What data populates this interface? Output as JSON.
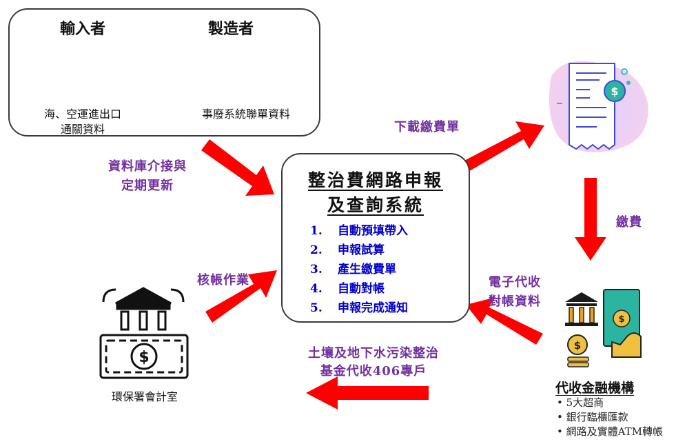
{
  "sources": {
    "importer_title": "輸入者",
    "importer_caption_line1": "海、空運進出口",
    "importer_caption_line2": "通關資料",
    "manufacturer_title": "製造者",
    "manufacturer_caption": "事廢系統聯單資料"
  },
  "system": {
    "title_line1": "整治費網路申報",
    "title_line2": "及查詢系統",
    "steps": [
      {
        "num": "1.",
        "label": "自動預填帶入"
      },
      {
        "num": "2.",
        "label": "申報試算"
      },
      {
        "num": "3.",
        "label": "產生繳費單"
      },
      {
        "num": "4.",
        "label": "自動對帳"
      },
      {
        "num": "5.",
        "label": "申報完成通知"
      }
    ]
  },
  "flows": {
    "db_link_line1": "資料庫介接與",
    "db_link_line2": "定期更新",
    "download_bill": "下載繳費單",
    "payment": "繳費",
    "ereconcile_line1": "電子代收",
    "ereconcile_line2": "對帳資料",
    "verify": "核帳作業",
    "fund_line1": "土壤及地下水污染整治",
    "fund_line2": "基金代收406專戶"
  },
  "accounting": {
    "label": "環保署會計室"
  },
  "financial": {
    "title": "代收金融機構",
    "items": [
      "• 5大超商",
      "• 銀行臨櫃匯款",
      "• 網路及實體ATM轉帳"
    ]
  },
  "colors": {
    "arrow": "#ff0000",
    "accent_text": "#7030a0",
    "step_text": "#0000cc",
    "money_green": "#2bb5a0"
  }
}
